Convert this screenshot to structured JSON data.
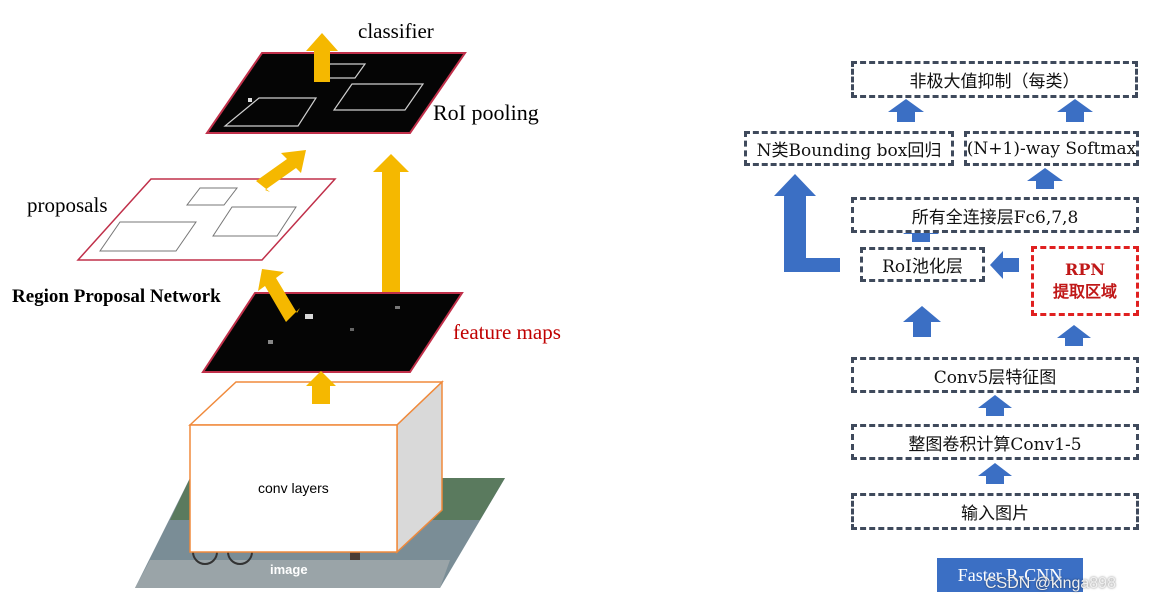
{
  "left": {
    "classifier": "classifier",
    "roi_pooling": "RoI pooling",
    "proposals": "proposals",
    "rpn": "Region Proposal Network",
    "feature_maps": "feature maps",
    "conv_layers": "conv layers",
    "image": "image"
  },
  "right": {
    "nms": "非极大值抑制（每类）",
    "bbox_reg": "N类Bounding box回归",
    "softmax": "(N+1)-way Softmax",
    "fc": "所有全连接层Fc6,7,8",
    "roi_layer": "RoI池化层",
    "rpn_line1": "RPN",
    "rpn_line2": "提取区域",
    "conv5": "Conv5层特征图",
    "conv1_5": "整图卷积计算Conv1-5",
    "input": "输入图片",
    "footer": "Faster R-CNN"
  },
  "watermark": "CSDN @kinga898",
  "colors": {
    "arrow_yellow": "#f5b800",
    "arrow_blue": "#3b6fc4",
    "box_border": "#3f4a5c",
    "rpn_red": "#e02020",
    "proposals_border": "#c0304a",
    "feature_maps_text": "#c00000",
    "conv_block_border": "#f08a3c"
  }
}
